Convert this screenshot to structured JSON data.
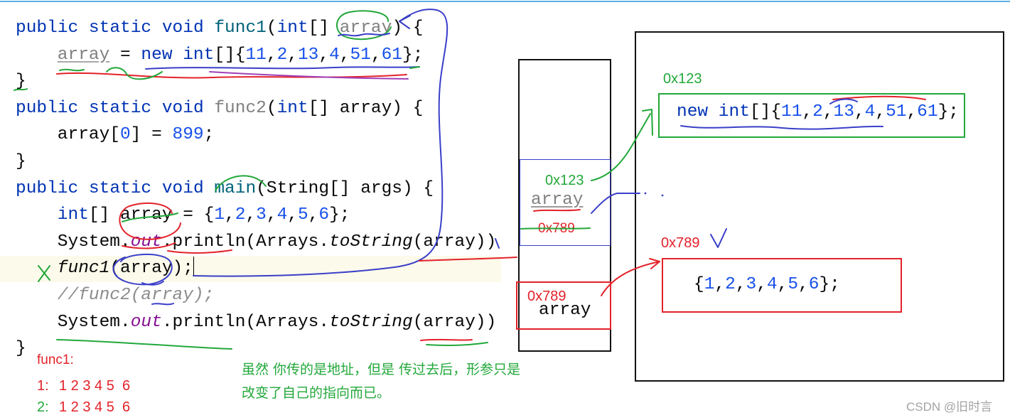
{
  "syntax_colors": {
    "keyword": "#0033b3",
    "method": "#00627a",
    "unused": "#808080",
    "number": "#1750eb",
    "field": "#871094",
    "comment": "#8c8c8c",
    "plain": "#080808"
  },
  "annotation_colors": {
    "red": "#e3222a",
    "green": "#22a83a",
    "blue": "#3a3fc8",
    "purple": "#a040b8"
  },
  "code": {
    "lines": [
      {
        "indent": 0,
        "tokens": [
          {
            "t": "public static void ",
            "k": "keyword"
          },
          {
            "t": "func1",
            "k": "method"
          },
          {
            "t": "(",
            "k": "plain"
          },
          {
            "t": "int",
            "k": "keyword"
          },
          {
            "t": "[] ",
            "k": "plain"
          },
          {
            "t": "array",
            "k": "unused"
          },
          {
            "t": ") {",
            "k": "plain"
          }
        ]
      },
      {
        "indent": 1,
        "tokens": [
          {
            "t": "array",
            "k": "unused_underline"
          },
          {
            "t": " = ",
            "k": "plain"
          },
          {
            "t": "new int",
            "k": "keyword"
          },
          {
            "t": "[]{",
            "k": "plain"
          },
          {
            "t": "11",
            "k": "number"
          },
          {
            "t": ",",
            "k": "plain"
          },
          {
            "t": "2",
            "k": "number"
          },
          {
            "t": ",",
            "k": "plain"
          },
          {
            "t": "13",
            "k": "number"
          },
          {
            "t": ",",
            "k": "plain"
          },
          {
            "t": "4",
            "k": "number"
          },
          {
            "t": ",",
            "k": "plain"
          },
          {
            "t": "51",
            "k": "number"
          },
          {
            "t": ",",
            "k": "plain"
          },
          {
            "t": "61",
            "k": "number"
          },
          {
            "t": "};",
            "k": "plain"
          }
        ]
      },
      {
        "indent": 0,
        "tokens": [
          {
            "t": "}",
            "k": "plain"
          }
        ]
      },
      {
        "indent": 0,
        "tokens": [
          {
            "t": "public static void ",
            "k": "keyword"
          },
          {
            "t": "func2",
            "k": "method_unused"
          },
          {
            "t": "(",
            "k": "plain"
          },
          {
            "t": "int",
            "k": "keyword"
          },
          {
            "t": "[] array) {",
            "k": "plain"
          }
        ]
      },
      {
        "indent": 1,
        "tokens": [
          {
            "t": "array[",
            "k": "plain"
          },
          {
            "t": "0",
            "k": "number"
          },
          {
            "t": "] = ",
            "k": "plain"
          },
          {
            "t": "899",
            "k": "number"
          },
          {
            "t": ";",
            "k": "plain"
          }
        ]
      },
      {
        "indent": 0,
        "tokens": [
          {
            "t": "}",
            "k": "plain"
          }
        ]
      },
      {
        "indent": 0,
        "tokens": [
          {
            "t": "public static void ",
            "k": "keyword"
          },
          {
            "t": "main",
            "k": "method"
          },
          {
            "t": "(String[] args) {",
            "k": "plain"
          }
        ]
      },
      {
        "indent": 1,
        "tokens": [
          {
            "t": "int",
            "k": "keyword"
          },
          {
            "t": "[] array = {",
            "k": "plain"
          },
          {
            "t": "1",
            "k": "number"
          },
          {
            "t": ",",
            "k": "plain"
          },
          {
            "t": "2",
            "k": "number"
          },
          {
            "t": ",",
            "k": "plain"
          },
          {
            "t": "3",
            "k": "number"
          },
          {
            "t": ",",
            "k": "plain"
          },
          {
            "t": "4",
            "k": "number"
          },
          {
            "t": ",",
            "k": "plain"
          },
          {
            "t": "5",
            "k": "number"
          },
          {
            "t": ",",
            "k": "plain"
          },
          {
            "t": "6",
            "k": "number"
          },
          {
            "t": "};",
            "k": "plain"
          }
        ]
      },
      {
        "indent": 1,
        "tokens": [
          {
            "t": "System.",
            "k": "plain"
          },
          {
            "t": "out",
            "k": "field"
          },
          {
            "t": ".println(Arrays.",
            "k": "plain"
          },
          {
            "t": "toString",
            "k": "static_call"
          },
          {
            "t": "(array))",
            "k": "plain"
          }
        ]
      },
      {
        "indent": 1,
        "current": true,
        "tokens": [
          {
            "t": "func1",
            "k": "static_call"
          },
          {
            "t": "(array);",
            "k": "plain"
          }
        ]
      },
      {
        "indent": 1,
        "tokens": [
          {
            "t": "//func2(array);",
            "k": "comment"
          }
        ]
      },
      {
        "indent": 1,
        "tokens": [
          {
            "t": "System.",
            "k": "plain"
          },
          {
            "t": "out",
            "k": "field"
          },
          {
            "t": ".println(Arrays.",
            "k": "plain"
          },
          {
            "t": "toString",
            "k": "static_call"
          },
          {
            "t": "(array))",
            "k": "plain"
          }
        ]
      },
      {
        "indent": 0,
        "tokens": [
          {
            "t": "}",
            "k": "plain"
          }
        ]
      }
    ]
  },
  "stack": {
    "frames": [
      {
        "address": "0x123",
        "variable": "array",
        "overwritten_address": "0x789"
      },
      {
        "address": "0x789",
        "variable": "array"
      }
    ]
  },
  "heap": {
    "objects": [
      {
        "address": "0x123",
        "tokens": [
          {
            "t": "new int",
            "k": "keyword"
          },
          {
            "t": "[]{",
            "k": "plain"
          },
          {
            "t": "11",
            "k": "number"
          },
          {
            "t": ",",
            "k": "plain"
          },
          {
            "t": "2",
            "k": "number"
          },
          {
            "t": ",",
            "k": "plain"
          },
          {
            "t": "13",
            "k": "number"
          },
          {
            "t": ",",
            "k": "plain"
          },
          {
            "t": "4",
            "k": "number"
          },
          {
            "t": ",",
            "k": "plain"
          },
          {
            "t": "51",
            "k": "number"
          },
          {
            "t": ",",
            "k": "plain"
          },
          {
            "t": "61",
            "k": "number"
          },
          {
            "t": "};",
            "k": "plain"
          }
        ]
      },
      {
        "address": "0x789",
        "tokens": [
          {
            "t": "{",
            "k": "plain"
          },
          {
            "t": "1",
            "k": "number"
          },
          {
            "t": ",",
            "k": "plain"
          },
          {
            "t": "2",
            "k": "number"
          },
          {
            "t": ",",
            "k": "plain"
          },
          {
            "t": "3",
            "k": "number"
          },
          {
            "t": ",",
            "k": "plain"
          },
          {
            "t": "4",
            "k": "number"
          },
          {
            "t": ",",
            "k": "plain"
          },
          {
            "t": "5",
            "k": "number"
          },
          {
            "t": ",",
            "k": "plain"
          },
          {
            "t": "6",
            "k": "number"
          },
          {
            "t": "};",
            "k": "plain"
          }
        ]
      }
    ]
  },
  "output": {
    "title": "func1:",
    "rows": [
      {
        "label": "1:",
        "values": "1 2 3 4 5  6"
      },
      {
        "label": "2:",
        "values": "1 2 3 4 5  6"
      }
    ]
  },
  "note": {
    "lines": [
      "虽然 你传的是地址，但是 传过去后，形参只是",
      "改变了自己的指向而已。"
    ]
  },
  "watermark": "CSDN @旧时言"
}
